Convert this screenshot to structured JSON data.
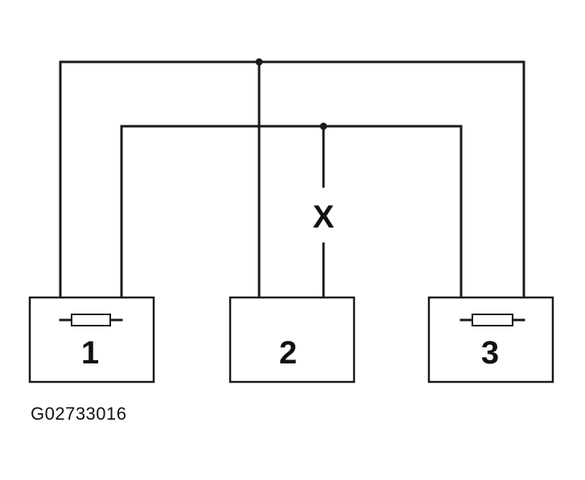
{
  "components": [
    {
      "label": "1"
    },
    {
      "label": "2"
    },
    {
      "label": "3"
    }
  ],
  "break_label": "X",
  "figure_id": "G02733016"
}
